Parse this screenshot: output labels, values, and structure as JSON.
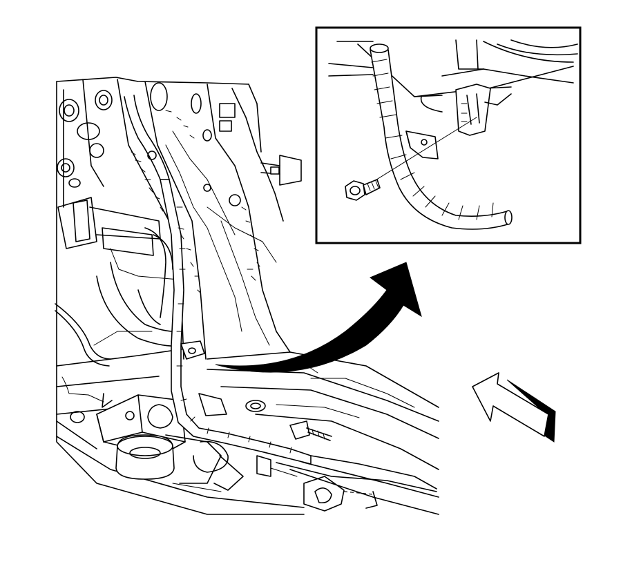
{
  "figure": {
    "type": "service-manual-line-illustration",
    "components": [
      "vehicle-body-pillar",
      "wiring-harness",
      "harness-mounting-bracket",
      "bracket-bolt",
      "detail-inset",
      "callout-arrow",
      "view-direction-arrow"
    ]
  }
}
